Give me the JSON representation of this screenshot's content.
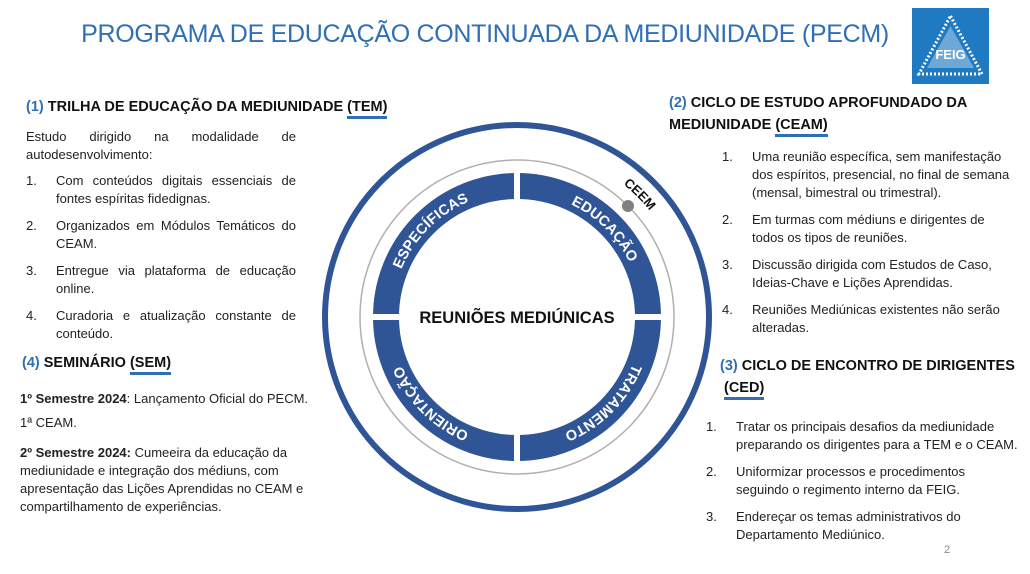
{
  "title": "PROGRAMA DE EDUCAÇÃO CONTINUADA DA MEDIUNIDADE (PECM)",
  "logo_text": "FEIG",
  "tem": {
    "num": "(1)",
    "title": "TRILHA DE EDUCAÇÃO DA MEDIUNIDADE",
    "abbr": "(TEM)",
    "intro": "Estudo dirigido na modalidade de autodesenvolvimento:",
    "items": [
      "Com conteúdos digitais essenciais de fontes espíritas fidedignas.",
      "Organizados em Módulos Temáticos do CEAM.",
      "Entregue via plataforma de educação online.",
      "Curadoria e atualização constante de conteúdo."
    ]
  },
  "sem": {
    "num": "(4)",
    "title": "SEMINÁRIO",
    "abbr": "(SEM)",
    "s1_label": "1º Semestre 2024",
    "s1_text": ": Lançamento Oficial do PECM.",
    "s1_extra": "1ª CEAM.",
    "s2_label": "2º Semestre 2024:",
    "s2_text": " Cumeeira da educação da mediunidade e integração dos médiuns, com apresentação das Lições Aprendidas no CEAM e compartilhamento de experiências."
  },
  "ceam": {
    "num": "(2)",
    "title_line1": "CICLO DE ESTUDO APROFUNDADO DA",
    "title_line2": "MEDIUNIDADE",
    "abbr": "(CEAM)",
    "items": [
      "Uma reunião específica, sem manifestação dos espíritos, presencial, no final de semana (mensal, bimestral ou trimestral).",
      "Em turmas com médiuns e dirigentes de todos os tipos de reuniões.",
      "Discussão dirigida com Estudos de Caso, Ideias-Chave e Lições Aprendidas.",
      "Reuniões Mediúnicas existentes não serão alteradas."
    ]
  },
  "ced": {
    "num": "(3)",
    "title": "CICLO DE ENCONTRO DE DIRIGENTES",
    "abbr": "(CED)",
    "items": [
      "Tratar os principais desafios da mediunidade preparando os dirigentes para a TEM e o CEAM.",
      "Uniformizar processos e procedimentos seguindo o regimento interno da FEIG.",
      "Endereçar os temas administrativos do Departamento Mediúnico."
    ]
  },
  "diagram": {
    "center": "REUNIÕES MEDIÚNICAS",
    "segments": [
      "ESPECÍFICAS",
      "EDUCAÇÃO",
      "TRATAMENTO",
      "ORIENTAÇÃO"
    ],
    "marker": "CEEM",
    "color": "#2f5597"
  },
  "page_number": "2"
}
